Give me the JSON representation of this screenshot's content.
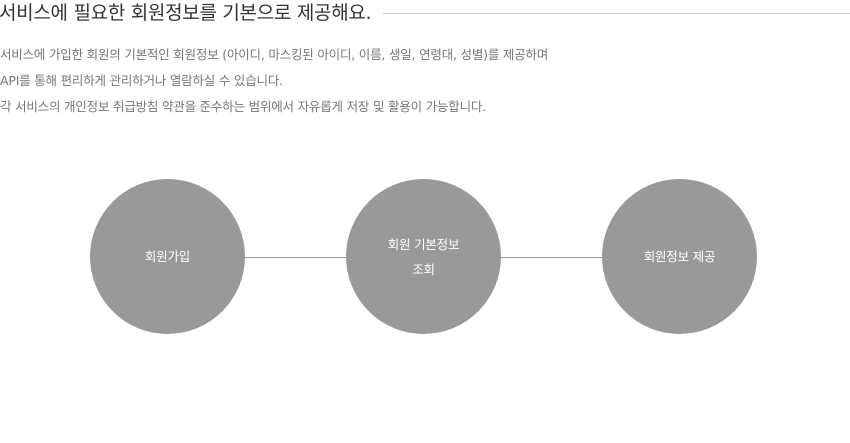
{
  "title": "서비스에 필요한 회원정보를 기본으로 제공해요.",
  "description": [
    "서비스에 가입한 회원의 기본적인 회원정보 (아이디, 마스킹된 아이디, 이름, 생일, 연령대, 성별)를 제공하며",
    "API를 통해 편리하게 관리하거나 열람하실 수 있습니다.",
    "각 서비스의 개인정보 취급방침 약관을 준수하는 범위에서 자유롭게 저장 및 활용이 가능합니다."
  ],
  "steps": [
    {
      "lines": [
        "회원가입"
      ]
    },
    {
      "lines": [
        "회원 기본정보",
        "조회"
      ]
    },
    {
      "lines": [
        "회원정보 제공"
      ]
    }
  ],
  "colors": {
    "circle": "#999999",
    "connector": "#999999",
    "title": "#333333",
    "text": "#777777",
    "rule": "#cccccc"
  }
}
